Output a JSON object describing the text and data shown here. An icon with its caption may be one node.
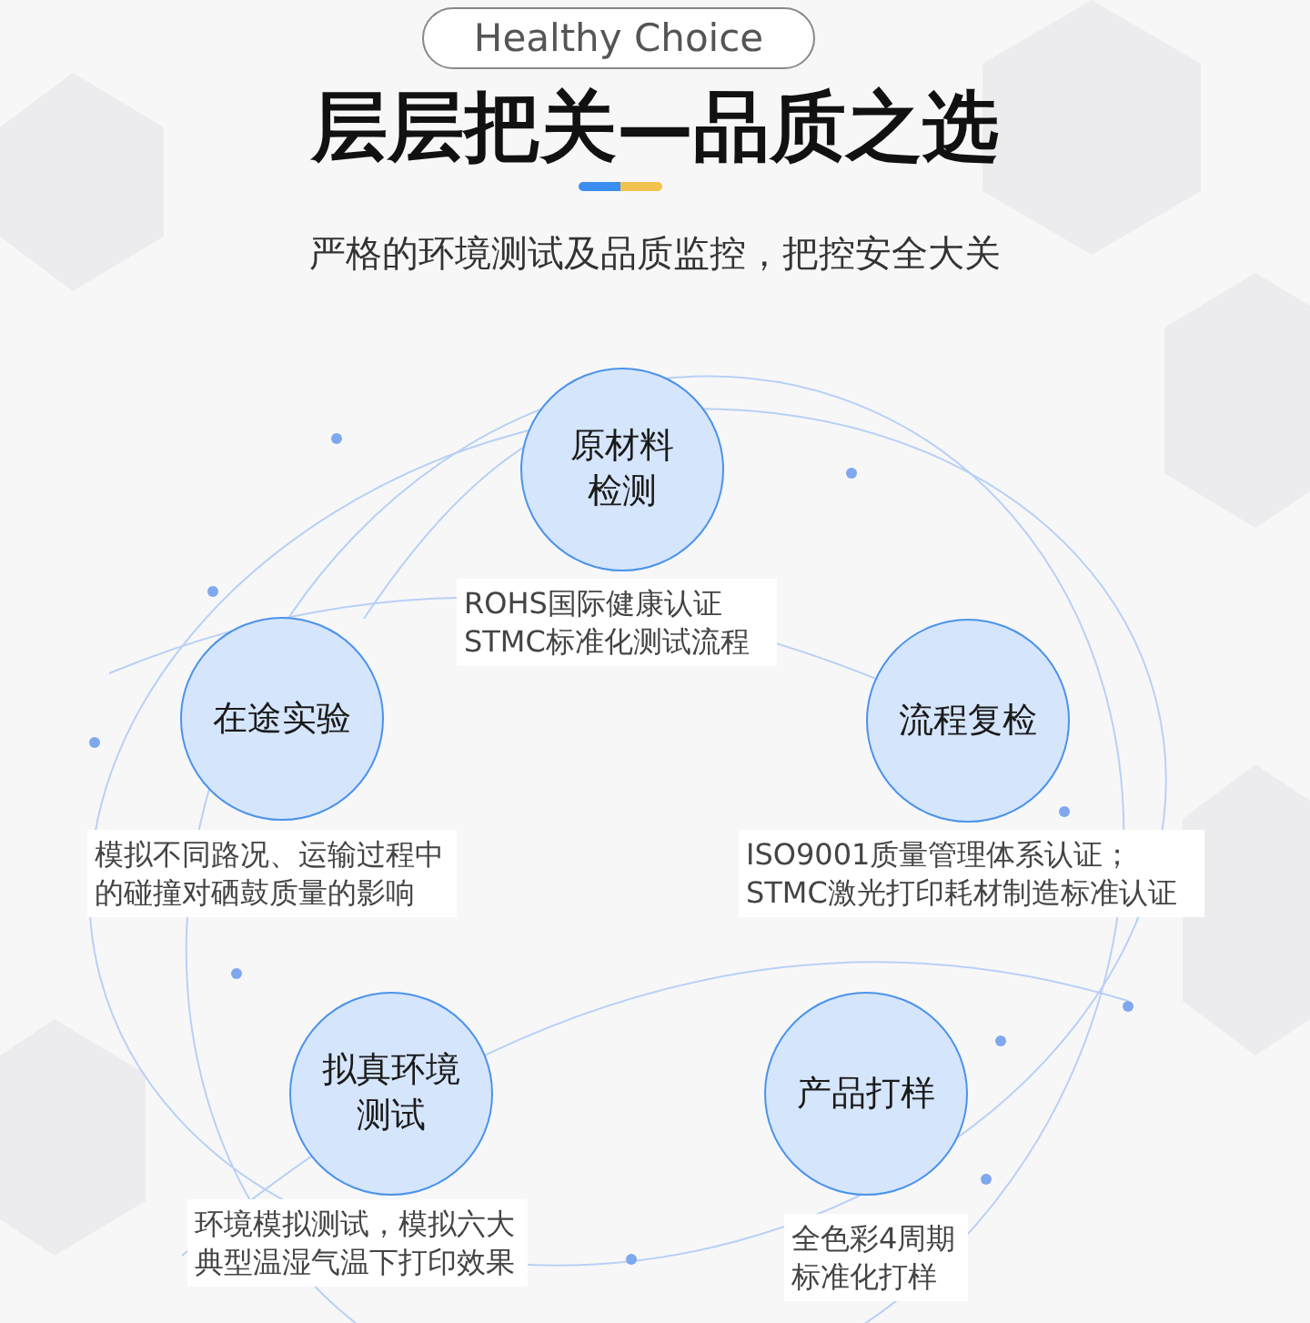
{
  "diagram": {
    "title": "层层把关—品质之选",
    "nodes": [
      {
        "text": [
          "Healthy Choice"
        ]
      },
      {
        "text": [
          "原材料检测"
        ],
        "beside": [
          "ROHS国际健康认证STMC标准化测试流程"
        ]
      },
      {
        "text": [
          "在途实验"
        ],
        "beside": [
          "模拟不同路况、运输过程中的碰撞对硒鼓质量的影响"
        ]
      },
      {
        "text": [
          "流程复检"
        ],
        "beside": [
          "ISO9001质量管理体系认证；STMC激光打印耗材制造标准认证"
        ]
      },
      {
        "text": [
          "拟真环境测试"
        ],
        "beside": [
          "环境模拟测试，模拟六大典型温湿气温下打印效果"
        ]
      },
      {
        "text": [
          "产品打样"
        ],
        "beside": [
          "全色彩4周期标准化打样"
        ]
      }
    ],
    "edges": [],
    "labels": [
      "严格的环境测试及品质监控，把控安全大关"
    ]
  }
}
